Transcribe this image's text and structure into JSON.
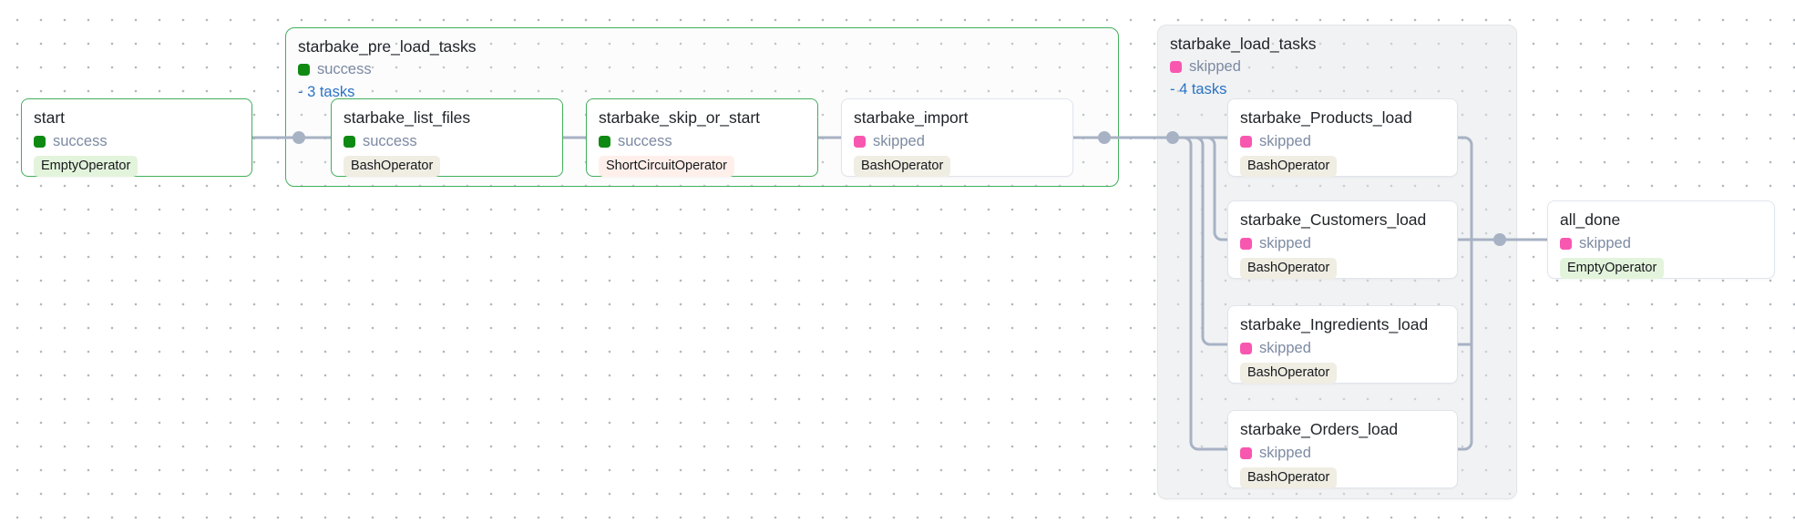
{
  "groups": [
    {
      "label": "starbake_pre_load_tasks",
      "state": "success",
      "tasks_link": "- 3 tasks"
    },
    {
      "label": "starbake_load_tasks",
      "state": "skipped",
      "tasks_link": "- 4 tasks"
    }
  ],
  "nodes": [
    {
      "label": "start",
      "state": "success",
      "operator": "EmptyOperator"
    },
    {
      "label": "starbake_list_files",
      "state": "success",
      "operator": "BashOperator"
    },
    {
      "label": "starbake_skip_or_start",
      "state": "success",
      "operator": "ShortCircuitOperator"
    },
    {
      "label": "starbake_import",
      "state": "skipped",
      "operator": "BashOperator"
    },
    {
      "label": "starbake_Products_load",
      "state": "skipped",
      "operator": "BashOperator"
    },
    {
      "label": "starbake_Customers_load",
      "state": "skipped",
      "operator": "BashOperator"
    },
    {
      "label": "starbake_Ingredients_load",
      "state": "skipped",
      "operator": "BashOperator"
    },
    {
      "label": "starbake_Orders_load",
      "state": "skipped",
      "operator": "BashOperator"
    },
    {
      "label": "all_done",
      "state": "skipped",
      "operator": "EmptyOperator"
    }
  ],
  "colors": {
    "success": "#0e8a12",
    "skipped": "#f857b0",
    "success_border": "#43b05c",
    "edge": "#a7b2c4",
    "link": "#2b74c4",
    "operator_bg": {
      "EmptyOperator": "#e3f4dc",
      "BashOperator": "#f0ede3",
      "ShortCircuitOperator": "#ffefea"
    }
  }
}
